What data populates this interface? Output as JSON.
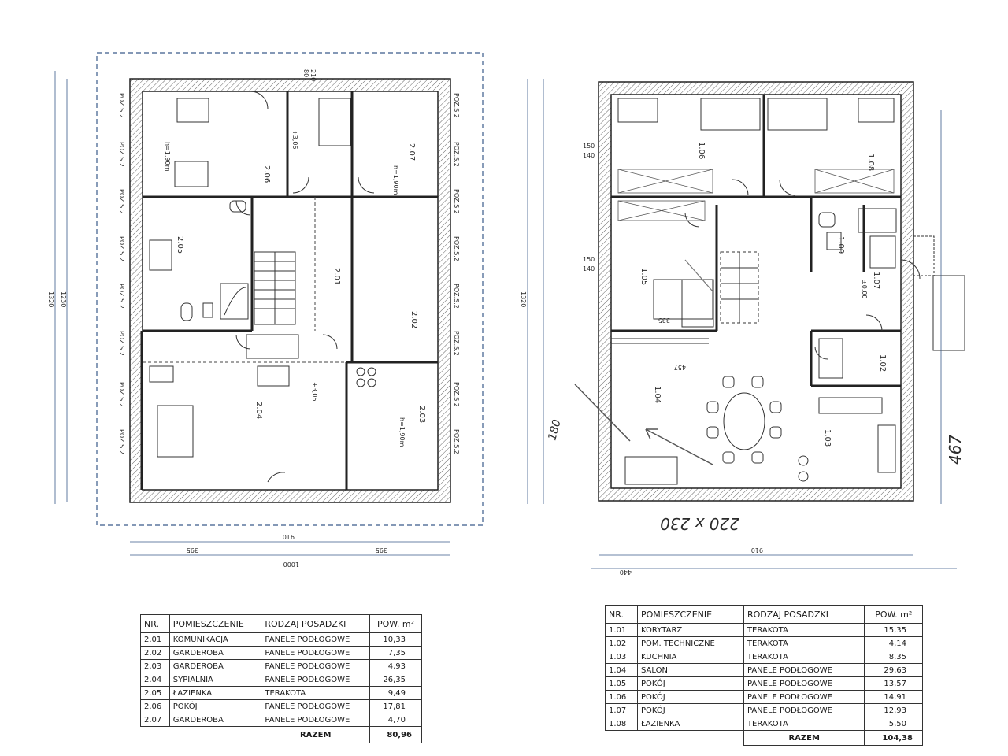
{
  "plan_left": {
    "rooms": [
      {
        "id": "2.06"
      },
      {
        "id": "2.07"
      },
      {
        "id": "2.05"
      },
      {
        "id": "2.01"
      },
      {
        "id": "2.02"
      },
      {
        "id": "2.04"
      },
      {
        "id": "2.03"
      }
    ],
    "facade_label": "POZ.S.2",
    "dims": {
      "overall_h1": "1320",
      "overall_h2": "1230",
      "overall_w1": "1000",
      "overall_w2": "910",
      "half": "395",
      "h_label": "h=1,90m",
      "level": "+3,06",
      "top_a": "80",
      "top_b": "210"
    }
  },
  "plan_right": {
    "rooms": [
      {
        "id": "1.06"
      },
      {
        "id": "1.08"
      },
      {
        "id": "1.05"
      },
      {
        "id": "1.09"
      },
      {
        "id": "1.07"
      },
      {
        "id": "1.02"
      },
      {
        "id": "1.04"
      },
      {
        "id": "1.03"
      }
    ],
    "dims": {
      "overall_h": "1320",
      "overall_w": "910",
      "seg": "440",
      "level": "±0,00",
      "d1": "150",
      "d2": "140",
      "d3": "335",
      "d4": "457"
    },
    "handwritten": {
      "a": "220 x 230",
      "b": "467",
      "c": "180"
    }
  },
  "table_left": {
    "headers": [
      "NR.",
      "POMIESZCZENIE",
      "RODZAJ POSADZKI",
      "POW. m²"
    ],
    "rows": [
      [
        "2.01",
        "KOMUNIKACJA",
        "PANELE PODŁOGOWE",
        "10,33"
      ],
      [
        "2.02",
        "GARDEROBA",
        "PANELE PODŁOGOWE",
        "7,35"
      ],
      [
        "2.03",
        "GARDEROBA",
        "PANELE PODŁOGOWE",
        "4,93"
      ],
      [
        "2.04",
        "SYPIALNIA",
        "PANELE PODŁOGOWE",
        "26,35"
      ],
      [
        "2.05",
        "ŁAZIENKA",
        "TERAKOTA",
        "9,49"
      ],
      [
        "2.06",
        "POKÓJ",
        "PANELE PODŁOGOWE",
        "17,81"
      ],
      [
        "2.07",
        "GARDEROBA",
        "PANELE PODŁOGOWE",
        "4,70"
      ]
    ],
    "total_label": "RAZEM",
    "total_value": "80,96"
  },
  "table_right": {
    "headers": [
      "NR.",
      "POMIESZCZENIE",
      "RODZAJ POSADZKI",
      "POW. m²"
    ],
    "rows": [
      [
        "1.01",
        "KORYTARZ",
        "TERAKOTA",
        "15,35"
      ],
      [
        "1.02",
        "POM. TECHNICZNE",
        "TERAKOTA",
        "4,14"
      ],
      [
        "1.03",
        "KUCHNIA",
        "TERAKOTA",
        "8,35"
      ],
      [
        "1.04",
        "SALON",
        "PANELE PODŁOGOWE",
        "29,63"
      ],
      [
        "1.05",
        "POKÓJ",
        "PANELE PODŁOGOWE",
        "13,57"
      ],
      [
        "1.06",
        "POKÓJ",
        "PANELE PODŁOGOWE",
        "14,91"
      ],
      [
        "1.07",
        "POKÓJ",
        "PANELE PODŁOGOWE",
        "12,93"
      ],
      [
        "1.08",
        "ŁAZIENKA",
        "TERAKOTA",
        "5,50"
      ]
    ],
    "total_label": "RAZEM",
    "total_value": "104,38"
  }
}
